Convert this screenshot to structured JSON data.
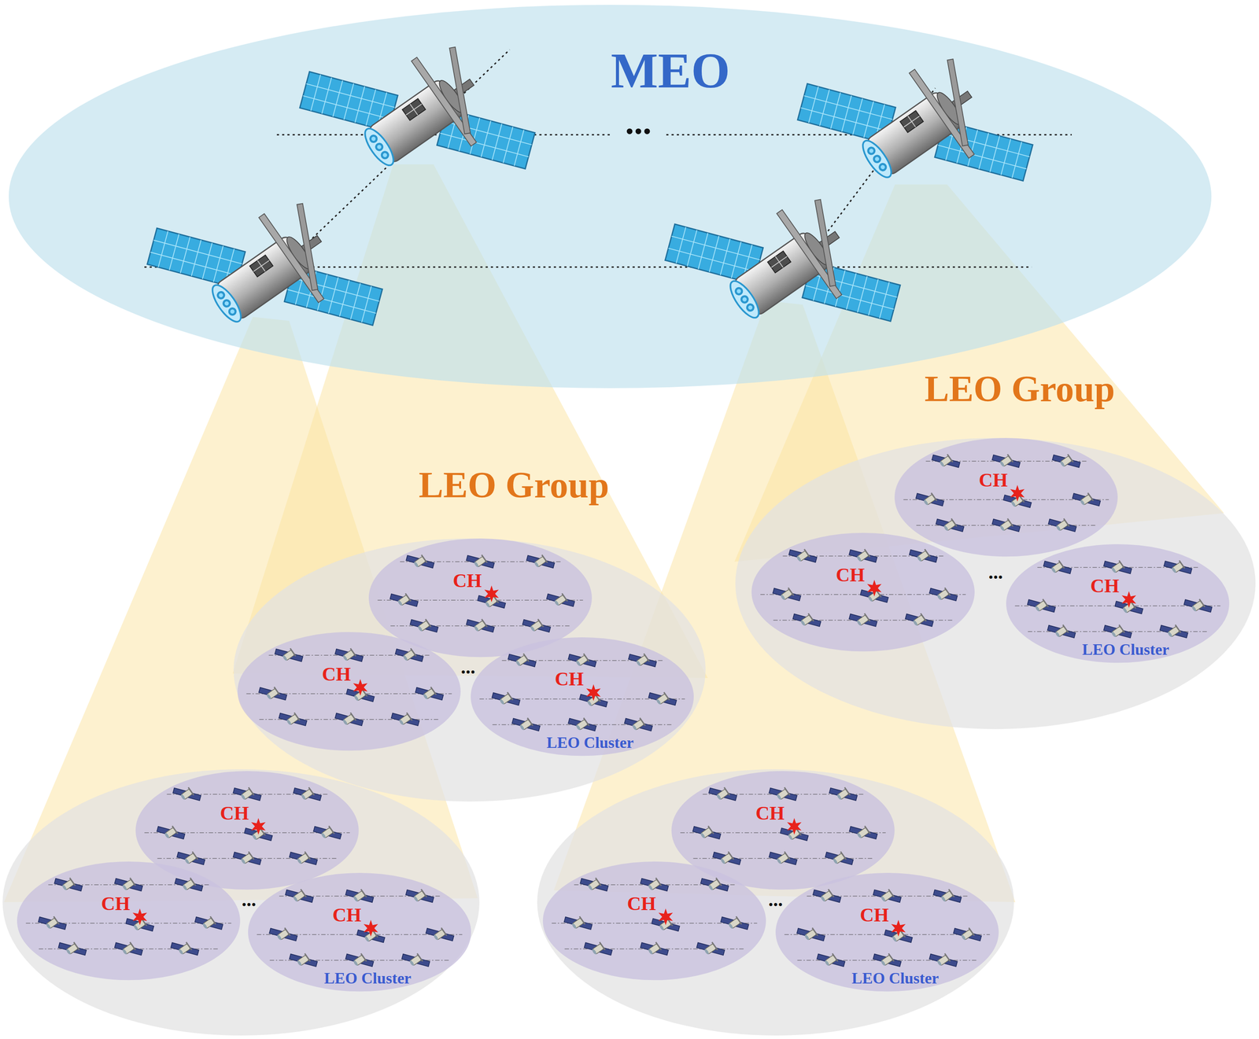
{
  "diagram": {
    "nodes": [
      {
        "text": [
          "MEO"
        ]
      },
      {
        "text": [
          "LEO Group"
        ]
      },
      {
        "text": [
          "CH"
        ],
        "in": 1
      },
      {
        "text": [
          "CH"
        ],
        "in": 1
      },
      {
        "text": [
          "CH",
          "LEO Cluster"
        ],
        "in": 1
      },
      {
        "text": [
          "LEO Group"
        ]
      },
      {
        "text": [
          "CH"
        ],
        "in": 5
      },
      {
        "text": [
          "CH"
        ],
        "in": 5
      },
      {
        "text": [
          "CH",
          "LEO Cluster"
        ],
        "in": 5
      },
      {
        "text": []
      },
      {
        "text": [
          "CH"
        ],
        "in": 9
      },
      {
        "text": [
          "CH"
        ],
        "in": 9
      },
      {
        "text": [
          "CH",
          "LEO Cluster"
        ],
        "in": 9
      },
      {
        "text": []
      },
      {
        "text": [
          "CH"
        ],
        "in": 13
      },
      {
        "text": [
          "CH"
        ],
        "in": 13
      },
      {
        "text": [
          "CH",
          "LEO Cluster"
        ],
        "in": 13
      }
    ],
    "labels": [
      "...",
      "...",
      "...",
      "...",
      "..."
    ]
  }
}
